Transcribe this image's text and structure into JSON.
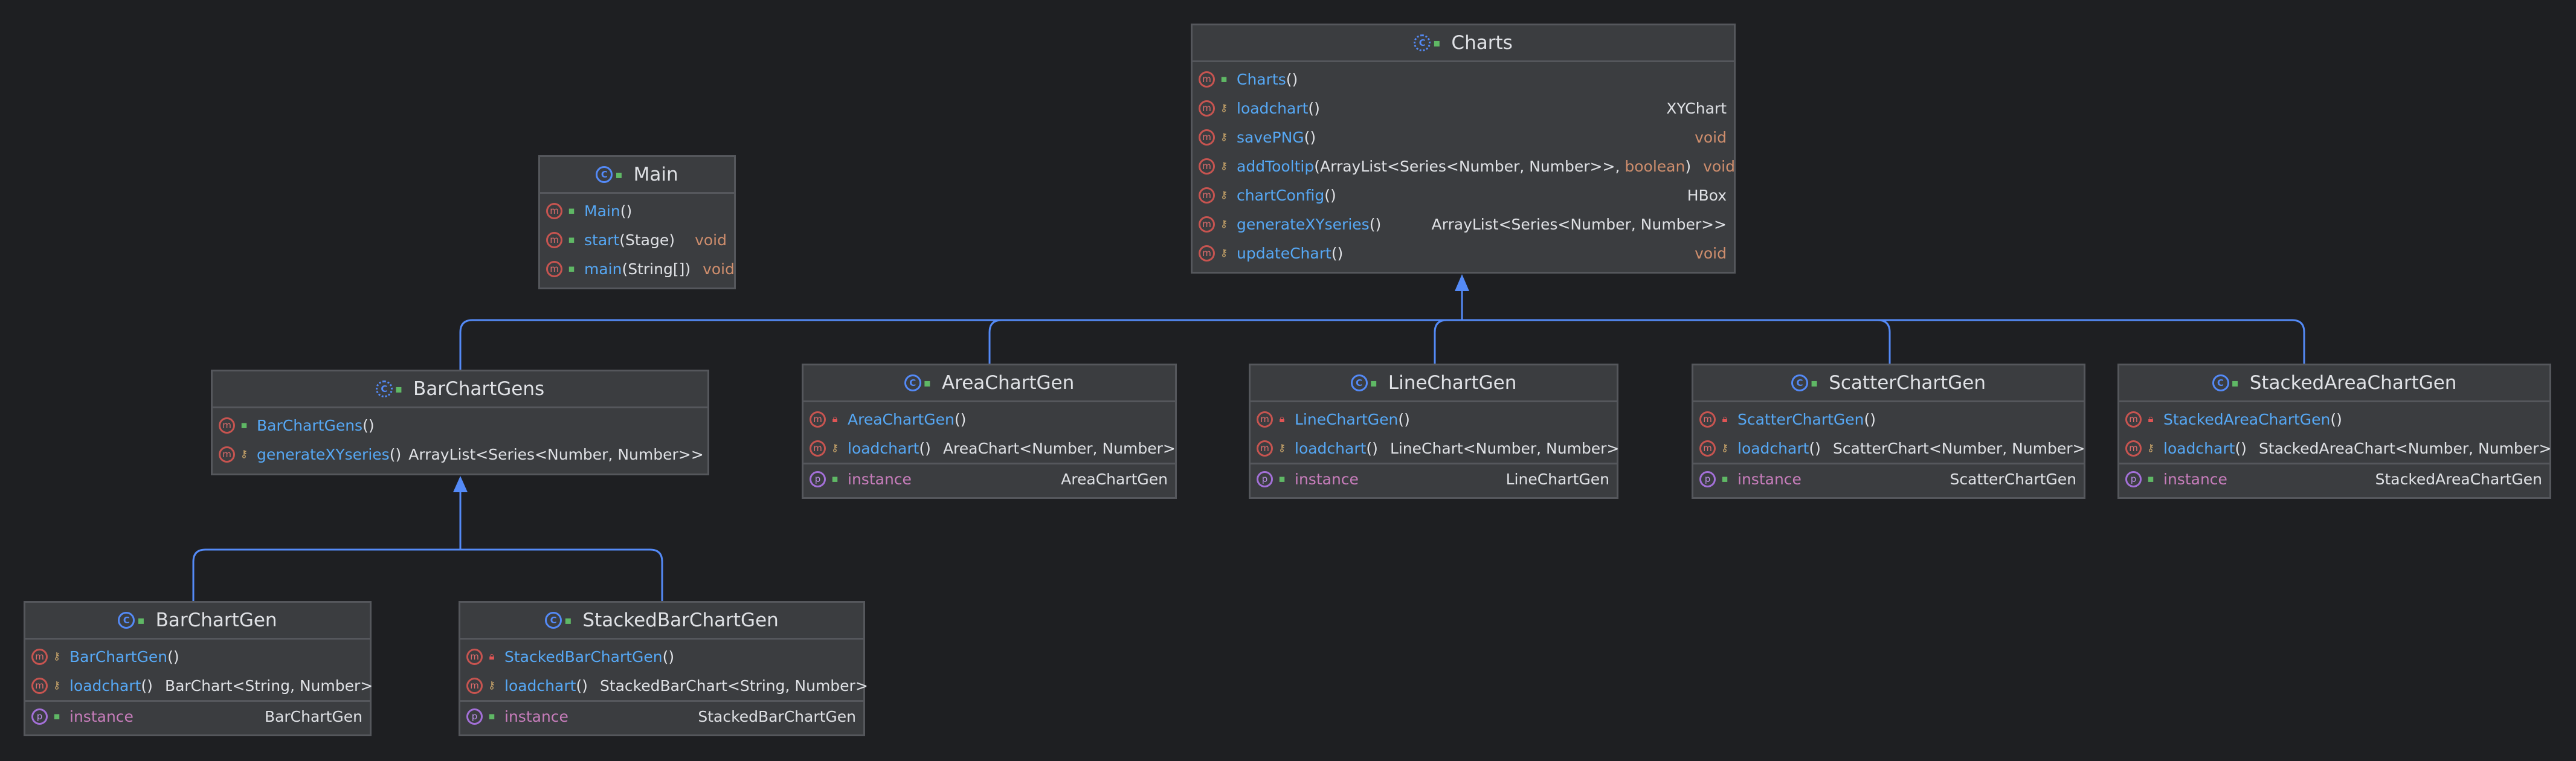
{
  "colors": {
    "background": "#1e1f22",
    "node": "#3b3d40",
    "border": "#55575c",
    "edge": "#548af7",
    "method_name": "#56a8f5",
    "field_name": "#c77dbb",
    "keyword": "#cf8e6d"
  },
  "classes": {
    "charts": {
      "name": "Charts",
      "members": [
        {
          "badge": "m",
          "vis": "pub",
          "name": "Charts",
          "params": "()",
          "type": ""
        },
        {
          "badge": "m",
          "vis": "prot",
          "name": "loadchart",
          "params": "()",
          "type": "XYChart"
        },
        {
          "badge": "m",
          "vis": "prot",
          "name": "savePNG",
          "params": "()",
          "type": "void"
        },
        {
          "badge": "m",
          "vis": "prot",
          "name": "addTooltip",
          "params": "(ArrayList<Series<Number, Number>>, ",
          "params_kw": "boolean",
          "params_end": ")",
          "type": "void"
        },
        {
          "badge": "m",
          "vis": "prot",
          "name": "chartConfig",
          "params": "()",
          "type": "HBox"
        },
        {
          "badge": "m",
          "vis": "prot",
          "name": "generateXYseries",
          "params": " ()",
          "type": "ArrayList<Series<Number, Number>>"
        },
        {
          "badge": "m",
          "vis": "prot",
          "name": "updateChart",
          "params": "()",
          "type": "void"
        }
      ]
    },
    "main": {
      "name": "Main",
      "members": [
        {
          "badge": "m",
          "vis": "pub",
          "name": "Main",
          "params": "()",
          "type": ""
        },
        {
          "badge": "m",
          "vis": "pub",
          "name": "start",
          "params": "(Stage)",
          "type": "void"
        },
        {
          "badge": "m",
          "vis": "pub",
          "name": "main",
          "params": "(String[])",
          "type": "void"
        }
      ]
    },
    "barchartgens": {
      "name": "BarChartGens",
      "members": [
        {
          "badge": "m",
          "vis": "pub",
          "name": "BarChartGens",
          "params": "()",
          "type": ""
        },
        {
          "badge": "m",
          "vis": "prot",
          "name": "generateXYseries",
          "params": " ()",
          "type": "ArrayList<Series<Number, Number>>"
        }
      ]
    },
    "areachartgen": {
      "name": "AreaChartGen",
      "methods": [
        {
          "badge": "m",
          "vis": "priv",
          "name": "AreaChartGen",
          "params": " ()",
          "type": ""
        },
        {
          "badge": "m",
          "vis": "prot",
          "name": "loadchart",
          "params": "()",
          "type": "AreaChart<Number, Number>"
        }
      ],
      "fields": [
        {
          "badge": "p",
          "vis": "pub",
          "name": "instance",
          "type": "AreaChartGen"
        }
      ]
    },
    "linechartgen": {
      "name": "LineChartGen",
      "methods": [
        {
          "badge": "m",
          "vis": "priv",
          "name": "LineChartGen",
          "params": " ()",
          "type": ""
        },
        {
          "badge": "m",
          "vis": "prot",
          "name": "loadchart",
          "params": "()",
          "type": "LineChart<Number, Number>"
        }
      ],
      "fields": [
        {
          "badge": "p",
          "vis": "pub",
          "name": "instance",
          "type": "LineChartGen"
        }
      ]
    },
    "scatterchartgen": {
      "name": "ScatterChartGen",
      "methods": [
        {
          "badge": "m",
          "vis": "priv",
          "name": "ScatterChartGen",
          "params": " ()",
          "type": ""
        },
        {
          "badge": "m",
          "vis": "prot",
          "name": "loadchart",
          "params": "()",
          "type": "ScatterChart<Number, Number>"
        }
      ],
      "fields": [
        {
          "badge": "p",
          "vis": "pub",
          "name": "instance",
          "type": "ScatterChartGen"
        }
      ]
    },
    "stackedareachartgen": {
      "name": "StackedAreaChartGen",
      "methods": [
        {
          "badge": "m",
          "vis": "priv",
          "name": "StackedAreaChartGen",
          "params": "()",
          "type": ""
        },
        {
          "badge": "m",
          "vis": "prot",
          "name": "loadchart",
          "params": "()",
          "type": "StackedAreaChart<Number, Number>"
        }
      ],
      "fields": [
        {
          "badge": "p",
          "vis": "pub",
          "name": "instance",
          "type": "StackedAreaChartGen"
        }
      ]
    },
    "barchartgen": {
      "name": "BarChartGen",
      "methods": [
        {
          "badge": "m",
          "vis": "prot",
          "name": "BarChartGen",
          "params": "()",
          "type": ""
        },
        {
          "badge": "m",
          "vis": "prot",
          "name": "loadchart",
          "params": "()",
          "type": "BarChart<String, Number>"
        }
      ],
      "fields": [
        {
          "badge": "p",
          "vis": "pub",
          "name": "instance",
          "type": "BarChartGen"
        }
      ]
    },
    "stackedbarchartgen": {
      "name": "StackedBarChartGen",
      "methods": [
        {
          "badge": "m",
          "vis": "priv",
          "name": "StackedBarChartGen",
          "params": "()",
          "type": ""
        },
        {
          "badge": "m",
          "vis": "prot",
          "name": "loadchart",
          "params": "()",
          "type": "StackedBarChart<String, Number>"
        }
      ],
      "fields": [
        {
          "badge": "p",
          "vis": "pub",
          "name": "instance",
          "type": "StackedBarChartGen"
        }
      ]
    }
  },
  "icons": {
    "class": "class-icon",
    "abstract_class": "abstract-class-icon",
    "method": "method-icon",
    "field": "property-icon",
    "public": "public-icon",
    "protected": "protected-key-icon",
    "private": "private-lock-icon"
  }
}
